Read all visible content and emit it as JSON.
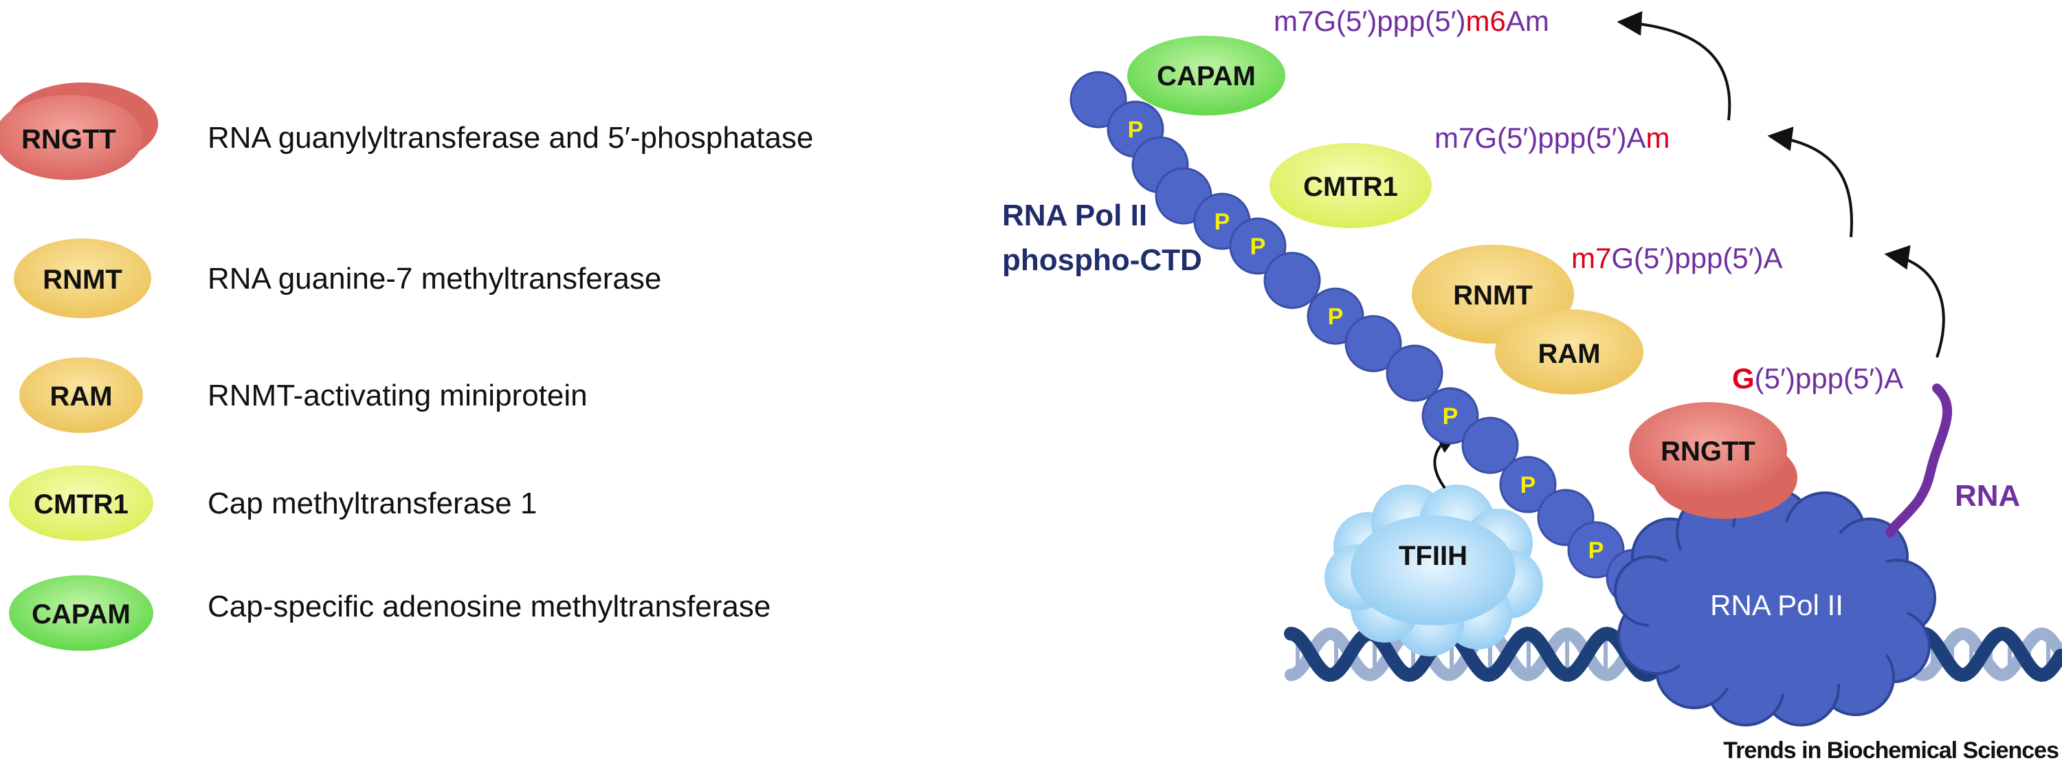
{
  "legend": {
    "items": [
      {
        "abbr": "RNGTT",
        "desc": "RNA guanylyltransferase and 5′-phosphatase",
        "color": "#e57b73"
      },
      {
        "abbr": "RNMT",
        "desc": "RNA guanine-7 methyltransferase",
        "color": "#f2cf6b"
      },
      {
        "abbr": "RAM",
        "desc": "RNMT-activating miniprotein",
        "color": "#f2cf6b"
      },
      {
        "abbr": "CMTR1",
        "desc": "Cap methyltransferase 1",
        "color": "#e7f56a"
      },
      {
        "abbr": "CAPAM",
        "desc": "Cap-specific adenosine methyltransferase",
        "color": "#7de05e"
      }
    ]
  },
  "diagram": {
    "ctd_label_line1": "RNA Pol II",
    "ctd_label_line2": "phospho-CTD",
    "phospho_mark": "P",
    "pol2_label": "RNA Pol II",
    "rna_label": "RNA",
    "tfiih_label": "TFIIH",
    "cap_steps": {
      "step1": {
        "red": "G",
        "rest": "(5′)ppp(5′)A"
      },
      "step2": {
        "red": "m7",
        "rest": "G(5′)ppp(5′)A"
      },
      "step3": {
        "main": "m7G(5′)ppp(5′)A",
        "red": "m"
      },
      "step4": {
        "main": "m7G(5′)ppp(5′)",
        "red": "m6",
        "tail": "Am"
      }
    }
  },
  "footer": {
    "journal": "Trends in Biochemical Sciences"
  },
  "colors": {
    "ctd_bead": "#4f66c9",
    "pol2": "#4a63c2",
    "dna_dark": "#1d3f7a",
    "dna_light": "#9db0d2",
    "tfiih": "#a9d8f7",
    "rna": "#7030a0",
    "navy_text": "#1f2d6b",
    "purple_text": "#7030a0",
    "red_text": "#e0001b",
    "p_text": "#f4f000"
  }
}
